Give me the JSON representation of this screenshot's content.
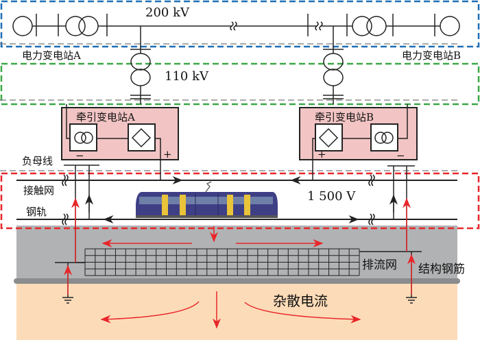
{
  "voltages": {
    "high": "200 kV",
    "mid": "110 kV",
    "dc": "1 500 V"
  },
  "stations": {
    "power_a": "电力变电站A",
    "power_b": "电力变电站B",
    "traction_a": "牵引变电站A",
    "traction_b": "牵引变电站B"
  },
  "labels": {
    "negative_bus": "负母线",
    "contact_line": "接触网",
    "rail": "钢轨",
    "drain_net": "排流网",
    "rebar": "结构钢筋",
    "stray_current": "杂散电流",
    "plus": "+",
    "minus": "−"
  },
  "colors": {
    "power_zone": "#1f6fb5",
    "mid_zone": "#3aa845",
    "dc_zone": "#e8262a",
    "station_fill": "#f2c4c4",
    "concrete": "#b0b2b3",
    "soil": "#fcdcb8",
    "current_arrow": "#e8262a"
  }
}
